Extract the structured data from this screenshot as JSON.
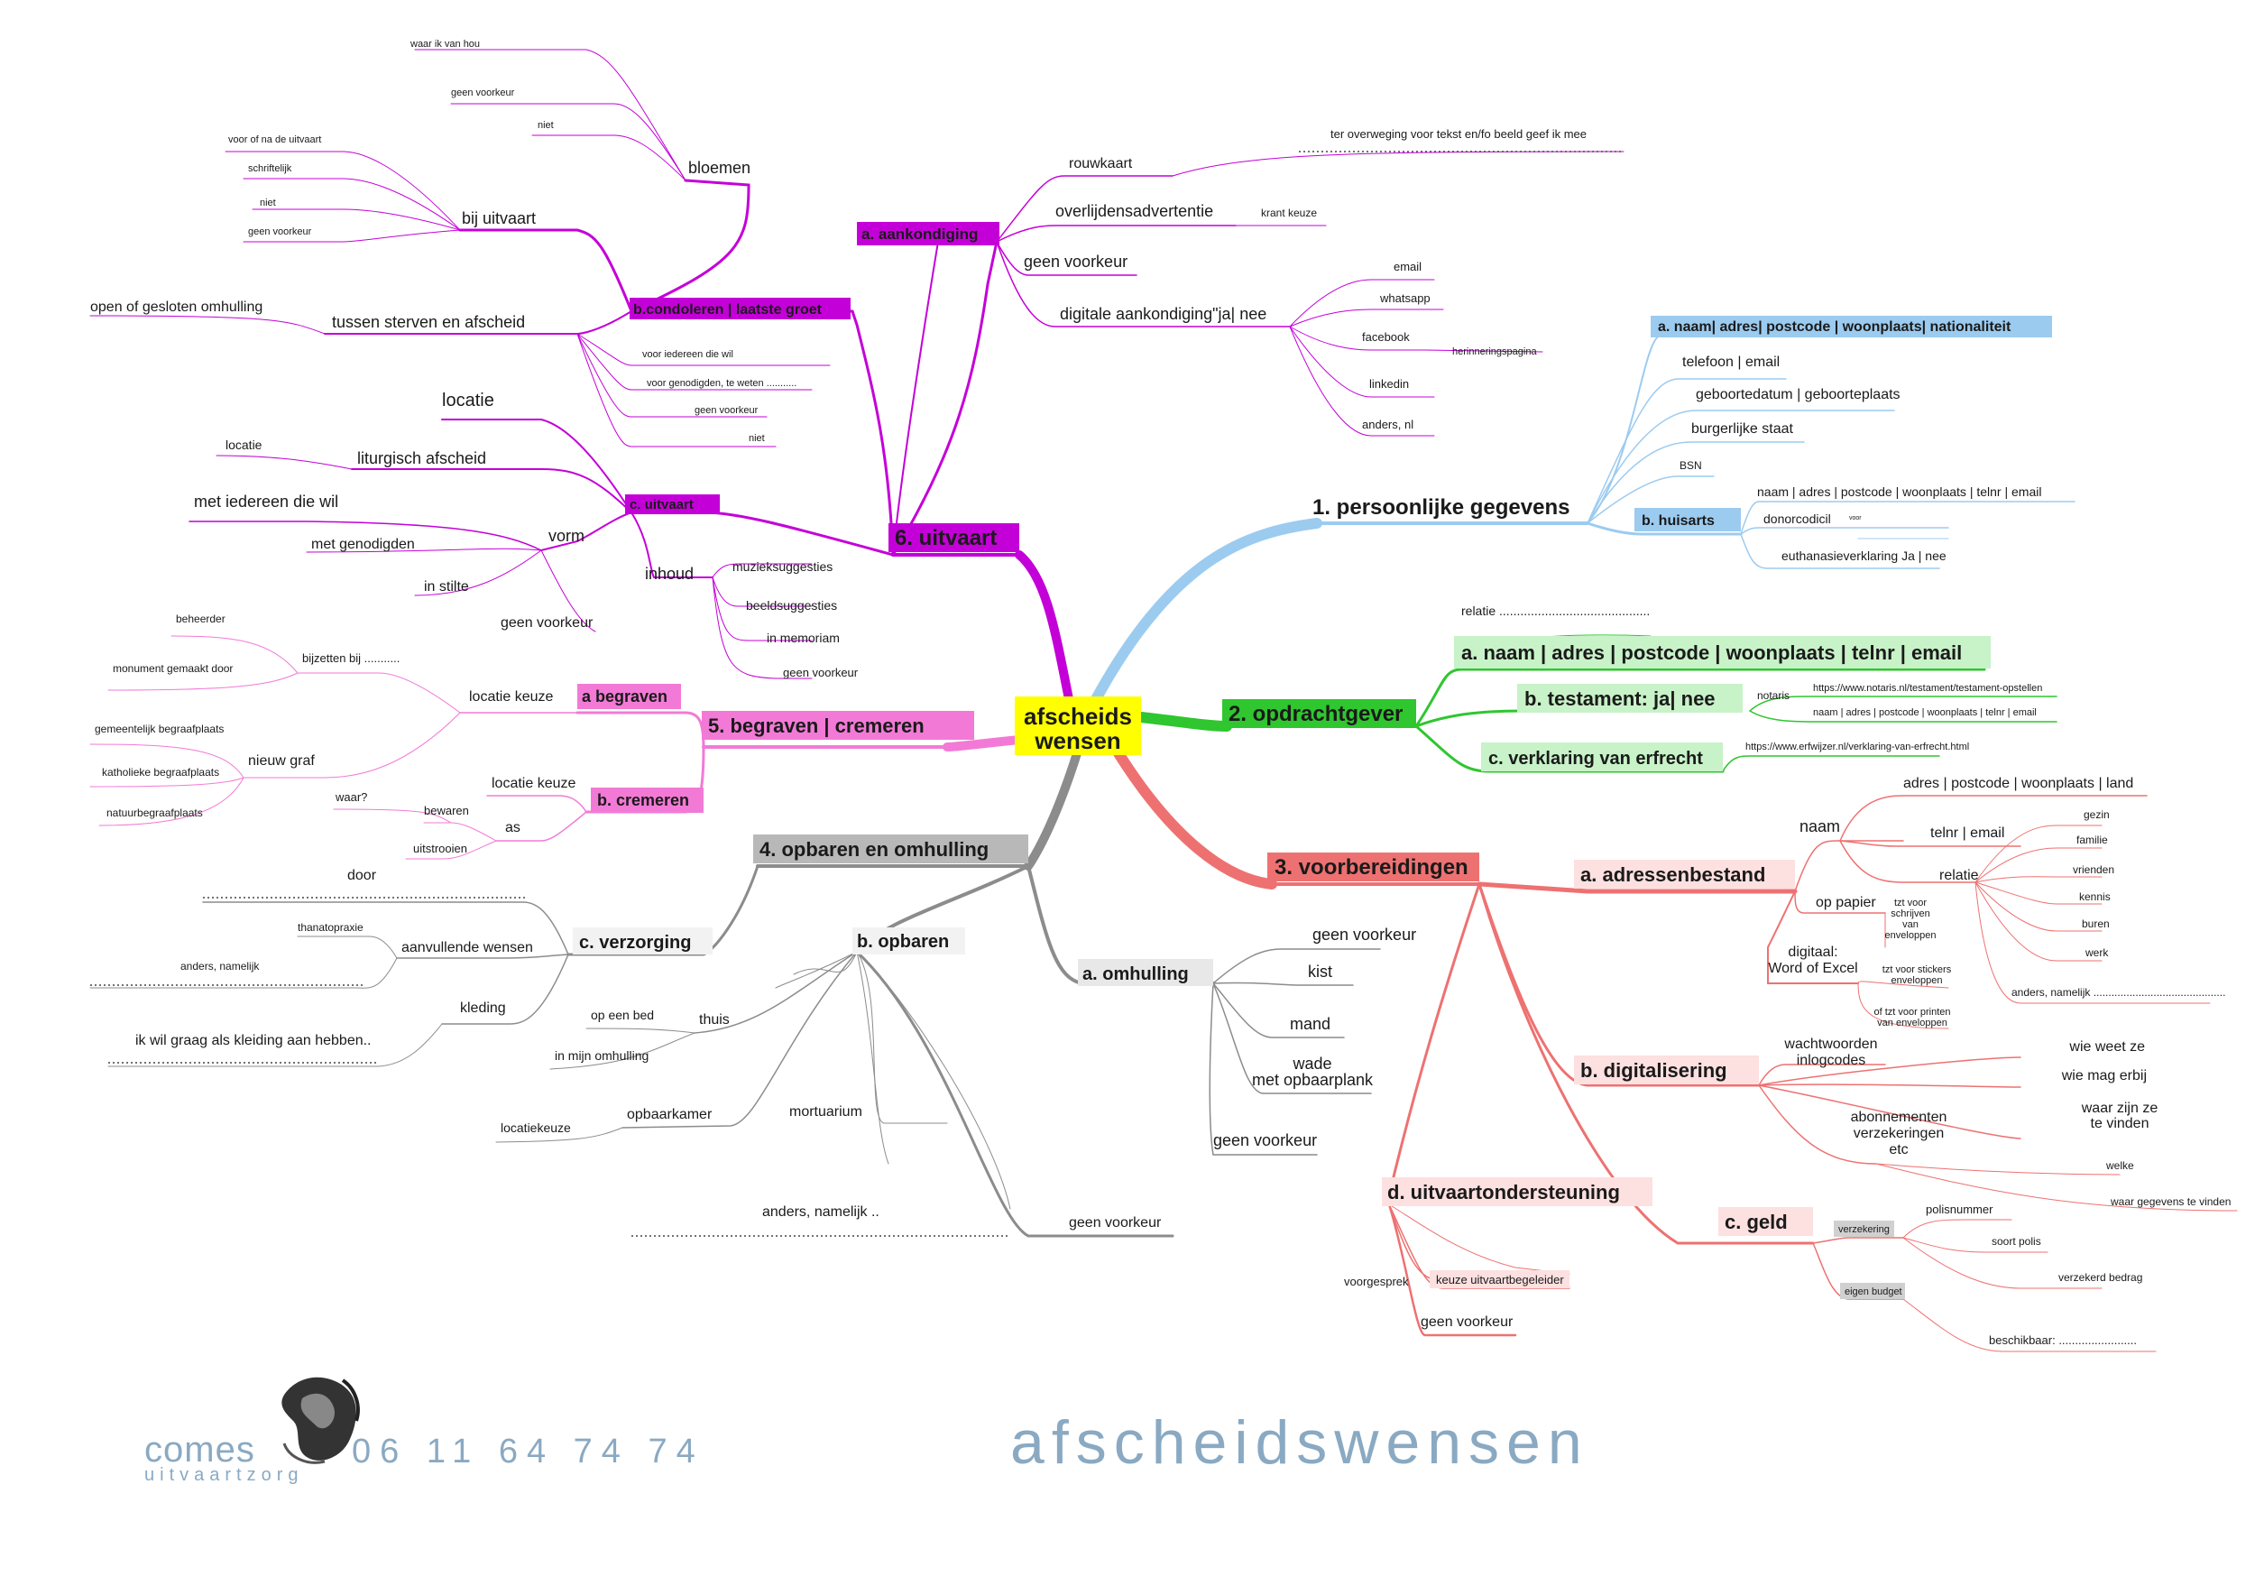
{
  "center": {
    "line1": "afscheids",
    "line2": "wensen"
  },
  "colors": {
    "purple": "#c400d8",
    "blue": "#9ccbf0",
    "green": "#2fc62f",
    "red": "#ee7171",
    "pink": "#f27ad6",
    "gray": "#8c8c8c",
    "yellow": "#ffff00"
  },
  "b1": {
    "label": "1. persoonlijke gegevens",
    "a": "a. naam| adres| postcode | woonplaats| nationaliteit",
    "telefoon": "telefoon | email",
    "geboorte": "geboortedatum | geboorteplaats",
    "burger": "burgerlijke staat",
    "bsn": "BSN",
    "huisarts": "b. huisarts",
    "huisarts_info": "naam | adres | postcode | woonplaats | telnr | email",
    "donor": "donorcodicil",
    "voor": "voor",
    "euthanasie": "euthanasieverklaring Ja | nee"
  },
  "b2": {
    "label": "2. opdrachtgever",
    "relatie": "relatie ...........................................",
    "a": "a. naam | adres | postcode | woonplaats | telnr | email",
    "b": "b. testament: ja| nee",
    "notaris": "notaris",
    "url1": "https://www.notaris.nl/testament/testament-opstellen",
    "notaris_info": "naam | adres | postcode | woonplaats | telnr | email",
    "c": "c. verklaring van erfrecht",
    "url2": "https://www.erfwijzer.nl/verklaring-van-erfrecht.html"
  },
  "b3": {
    "label": "3. voorbereidingen",
    "a": "a. adressenbestand",
    "naam": "naam",
    "adres": "adres | postcode | woonplaats | land",
    "telnr": "telnr | email",
    "relatie": "relatie",
    "relaties": [
      "gezin",
      "familie",
      "vrienden",
      "kennis",
      "buren",
      "werk"
    ],
    "anders": "anders, namelijk ............................................",
    "op_papier": "op papier",
    "tzt_lines": [
      "tzt voor",
      "schrijven",
      "van",
      "enveloppen"
    ],
    "digitaal1": "digitaal:",
    "digitaal2": "Word of Excel",
    "stickers1": "tzt voor stickers",
    "stickers2": "enveloppen",
    "printen1": "of tzt voor printen",
    "printen2": "van enveloppen",
    "b": "b. digitalisering",
    "wachtwoorden1": "wachtwoorden",
    "wachtwoorden2": "inlogcodes",
    "wie_weet": "wie weet ze",
    "wie_mag": "wie mag erbij",
    "waar_zijn1": "waar zijn ze",
    "waar_zijn2": "te vinden",
    "abonnementen1": "abonnementen",
    "abonnementen2": "verzekeringen",
    "abonnementen3": "etc",
    "welke": "welke",
    "waar_gegevens": "waar gegevens te vinden",
    "c": "c. geld",
    "verzekering": "verzekering",
    "polisnummer": "polisnummer",
    "soort_polis": "soort polis",
    "verzekerd_bedrag": "verzekerd bedrag",
    "eigen_budget": "eigen budget",
    "beschikbaar": "beschikbaar: ........................",
    "d": "d. uitvaartondersteuning",
    "voorgesprek": "voorgesprek",
    "keuze": "keuze uitvaartbegeleider",
    "geen_voorkeur": "geen voorkeur"
  },
  "b4": {
    "label": "4. opbaren en omhulling",
    "a": "a. omhulling",
    "omhulling_items": [
      "geen voorkeur",
      "kist",
      "mand"
    ],
    "wade1": "wade",
    "wade2": "met opbaarplank",
    "geen_voorkeur_a": "geen voorkeur",
    "b": "b. opbaren",
    "thuis": "thuis",
    "op_een_bed": "op een bed",
    "in_mijn_omhulling": "in mijn omhulling",
    "opbaarkamer": "opbaarkamer",
    "locatiekeuze": "locatiekeuze",
    "mortuarium": "mortuarium",
    "anders": "anders, namelijk ..",
    "geen_voorkeur_b": "geen voorkeur",
    "c": "c. verzorging",
    "door": "door",
    "aanvullende": "aanvullende wensen",
    "thanatopraxie": "thanatopraxie",
    "anders_namelijk": "anders, namelijk",
    "kleding": "kleding",
    "kleding_wens": "ik wil graag als kleiding aan hebben.."
  },
  "b5": {
    "label": "5. begraven | cremeren",
    "a": "a begraven",
    "locatie_keuze": "locatie keuze",
    "bijzetten": "bijzetten bij ...........",
    "beheerder": "beheerder",
    "monument": "monument  gemaakt door",
    "nieuw_graf": "nieuw graf",
    "graf_items": [
      "gemeentelijk  begraafplaats",
      "katholieke begraafplaats",
      "natuurbegraafplaats"
    ],
    "b": "b. cremeren",
    "locatie_keuze_b": "locatie keuze",
    "as": "as",
    "bewaren": "bewaren",
    "waar": "waar?",
    "uitstrooien": "uitstrooien"
  },
  "b6": {
    "label": "6. uitvaart",
    "a": "a. aankondiging",
    "rouwkaart": "rouwkaart",
    "overweging": "ter overweging voor tekst en/fo beeld geef ik mee",
    "overlijdens": "overlijdensadvertentie",
    "krant": "krant keuze",
    "geen_voorkeur": "geen voorkeur",
    "digitale": "digitale aankondiging\"ja| nee",
    "digi_items": [
      "email",
      "whatsapp",
      "facebook",
      "linkedin",
      "anders, nl"
    ],
    "herinnering": "herinneringspagina",
    "b": "b.condoleren | laatste groet",
    "bloemen": "bloemen",
    "bloemen_items": [
      "waar ik van hou",
      "geen voorkeur",
      "niet"
    ],
    "bij_uitvaart": "bij uitvaart",
    "bij_items": [
      "voor of na de uitvaart",
      "schriftelijk",
      "niet",
      "geen voorkeur"
    ],
    "tussen": "tussen sterven en afscheid",
    "open": "open of gesloten omhulling",
    "tussen_items": [
      "voor iedereen die wil",
      "voor genodigden, te weten ...........",
      "geen voorkeur",
      "niet"
    ],
    "c": "c. uitvaart",
    "locatie": "locatie",
    "liturgisch": "liturgisch afscheid",
    "locatie2": "locatie",
    "vorm": "vorm",
    "vorm_items": [
      "met iedereen die wil",
      "met genodigden",
      "in stilte",
      "geen voorkeur"
    ],
    "inhoud": "inhoud",
    "inhoud_items": [
      "muzieksuggesties",
      "beeldsuggesties",
      "in memoriam",
      "geen voorkeur"
    ]
  },
  "footer": {
    "brand": "comes",
    "sub": "uitvaartzorg",
    "phone": "06 11 64 74 74",
    "title": "afscheidswensen"
  }
}
